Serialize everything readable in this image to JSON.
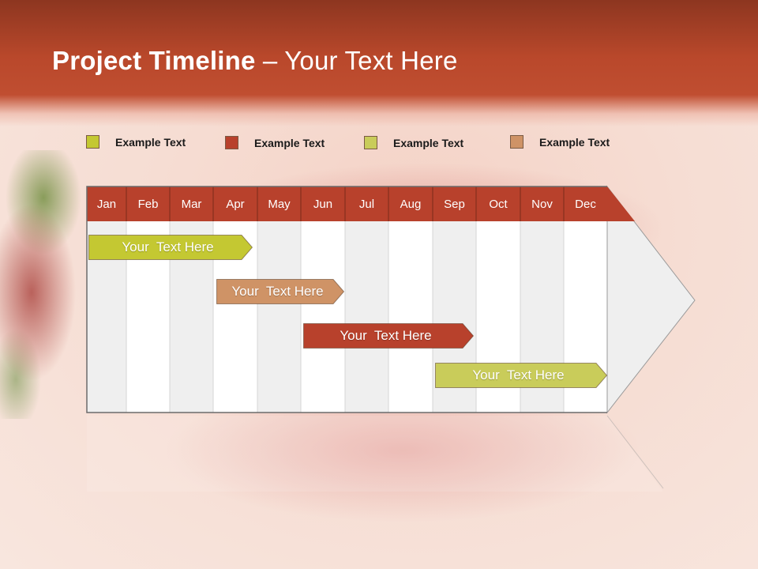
{
  "slide": {
    "title_bold": "Project Timeline",
    "title_rest": " – Your Text Here"
  },
  "legend": [
    {
      "label": "Example Text",
      "color": "#c4c832"
    },
    {
      "label": "Example Text",
      "color": "#b8412c"
    },
    {
      "label": "Example Text",
      "color": "#c9cc5a"
    },
    {
      "label": "Example Text",
      "color": "#cf9366"
    }
  ],
  "timeline": {
    "months": [
      "Jan",
      "Feb",
      "Mar",
      "Apr",
      "May",
      "Jun",
      "Jul",
      "Aug",
      "Sep",
      "Oct",
      "Nov",
      "Dec"
    ],
    "header_color": "#b8412c",
    "tasks": [
      {
        "label": "Your  Text Here",
        "start": "Jan",
        "end": "Apr",
        "color": "#c4c832"
      },
      {
        "label": "Your  Text Here",
        "start": "Apr",
        "end": "Jun",
        "color": "#cf9366"
      },
      {
        "label": "Your  Text Here",
        "start": "Jun",
        "end": "Sep",
        "color": "#b8412c"
      },
      {
        "label": "Your  Text Here",
        "start": "Sep",
        "end": "Dec",
        "color": "#c9cc5a"
      }
    ]
  }
}
